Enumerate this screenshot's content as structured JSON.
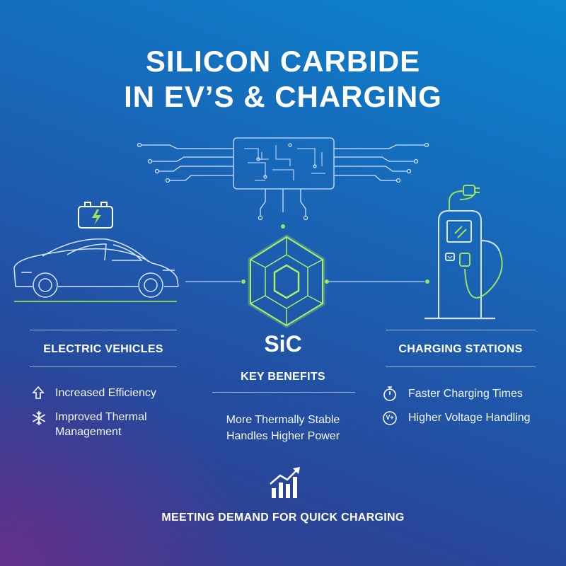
{
  "title": {
    "line1": "SILICON CARBIDE",
    "line2": "IN EV’S & CHARGING"
  },
  "colors": {
    "accent_green": "#9be15d",
    "line_light": "#cfe3ff",
    "bg_top": "#0a86cf",
    "bg_bottom": "#3b3a8e"
  },
  "center": {
    "chip_label": "SiC",
    "benefits_heading": "KEY BENEFITS",
    "benefits": [
      "More Thermally Stable",
      "Handles Higher Power"
    ]
  },
  "left": {
    "heading": "ELECTRIC VEHICLES",
    "items": [
      {
        "icon": "arrow-up-icon",
        "label": "Increased Efficiency"
      },
      {
        "icon": "snowflake-icon",
        "label_line1": "Improved Thermal",
        "label_line2": "Management"
      }
    ]
  },
  "right": {
    "heading": "CHARGING STATIONS",
    "items": [
      {
        "icon": "stopwatch-icon",
        "label": "Faster Charging Times"
      },
      {
        "icon": "voltage-icon",
        "icon_text": "V+",
        "label": "Higher Voltage Handling"
      }
    ]
  },
  "footer": {
    "icon": "growth-chart-icon",
    "text": "MEETING DEMAND FOR QUICK CHARGING"
  }
}
